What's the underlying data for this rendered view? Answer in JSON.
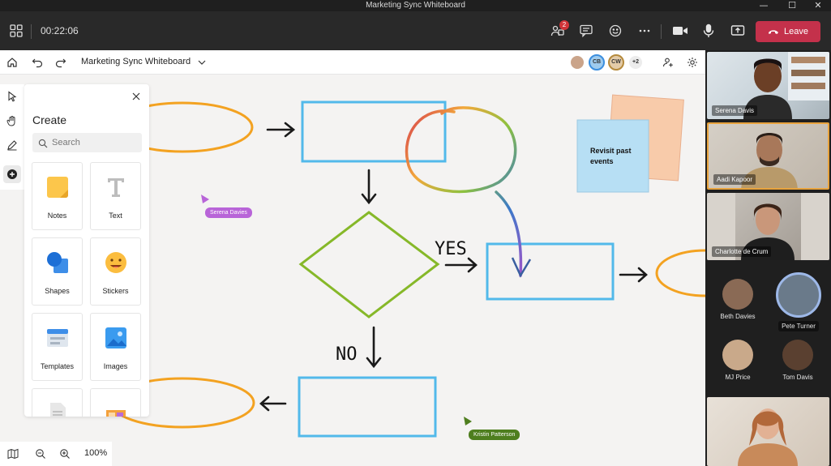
{
  "window": {
    "title": "Marketing Sync Whiteboard",
    "min": "—",
    "max": "☐",
    "close": "✕"
  },
  "meeting": {
    "timer": "00:22:06",
    "participants_badge": "2",
    "leave_label": "Leave"
  },
  "whiteboard": {
    "title": "Marketing Sync Whiteboard",
    "avatars": [
      "CB",
      "CW"
    ],
    "more_count": "+2",
    "zoom": "100%"
  },
  "create_panel": {
    "heading": "Create",
    "search_placeholder": "Search",
    "tiles": [
      "Notes",
      "Text",
      "Shapes",
      "Stickers",
      "Templates",
      "Images"
    ]
  },
  "canvas": {
    "sticky_note": "Revisit past events",
    "yes_label": "YES",
    "no_label": "NO",
    "cursors": [
      {
        "name": "Serena Davies",
        "color": "#b864d8"
      },
      {
        "name": "Kristin Patterson",
        "color": "#4e7e1e"
      }
    ],
    "colors": {
      "box": "#52b9ea",
      "ellipse": "#f3a221",
      "diamond": "#86b829"
    }
  },
  "participants": {
    "videos": [
      "Serena Davis",
      "Aadi Kapoor",
      "Charlotte de Crum"
    ],
    "avatars": [
      "Beth Davies",
      "Pete Turner",
      "MJ Price",
      "Tom Davis"
    ]
  }
}
